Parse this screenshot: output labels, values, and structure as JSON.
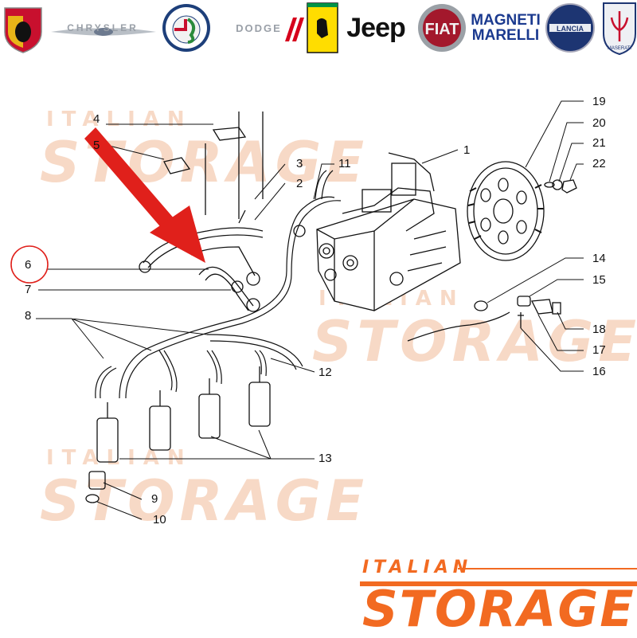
{
  "brand_bar": {
    "logos": [
      {
        "name": "abarth-logo",
        "text": "ABARTH"
      },
      {
        "name": "chrysler-logo",
        "text": "CHRYSLER"
      },
      {
        "name": "alfa-romeo-logo",
        "text": "ALFA ROMEO"
      },
      {
        "name": "dodge-logo",
        "text": "DODGE"
      },
      {
        "name": "ferrari-logo",
        "text": "Ferrari"
      },
      {
        "name": "jeep-logo",
        "text": "Jeep"
      },
      {
        "name": "fiat-logo",
        "text": "FIAT"
      },
      {
        "name": "magneti-marelli-logo",
        "text": "MAGNETI MARELLI"
      },
      {
        "name": "lancia-logo",
        "text": "LANCIA"
      },
      {
        "name": "maserati-logo",
        "text": "MASERATI"
      }
    ]
  },
  "diagram": {
    "callouts": [
      "1",
      "2",
      "3",
      "4",
      "5",
      "6",
      "7",
      "8",
      "9",
      "10",
      "11",
      "12",
      "13",
      "14",
      "15",
      "16",
      "17",
      "18",
      "19",
      "20",
      "21",
      "22"
    ],
    "highlighted_callout": "6",
    "highlight_color": "#e0201b",
    "arrow_color": "#e0201b"
  },
  "watermark": {
    "line1": "ITALIAN",
    "line2": "STORAGE",
    "color": "#f26a21",
    "faded_color": "#f7d9c6"
  }
}
